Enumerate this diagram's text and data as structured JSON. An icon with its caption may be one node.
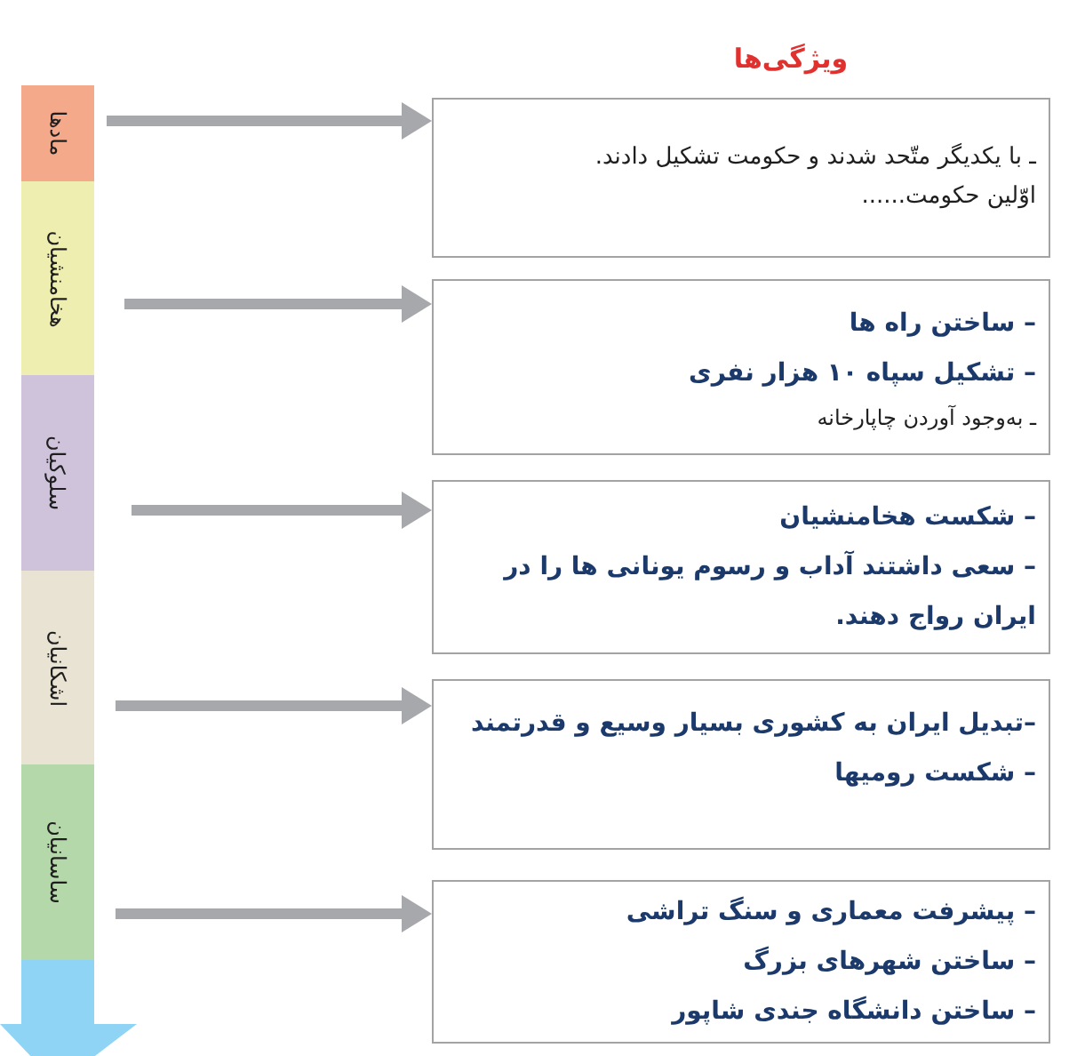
{
  "diagram": {
    "title": "ویژگی‌ها",
    "nodes": [
      {
        "text": [
          "مادها"
        ]
      },
      {
        "text": [
          "هخامنشیان"
        ]
      },
      {
        "text": [
          "سلوکیان"
        ]
      },
      {
        "text": [
          "اشکانیان"
        ]
      },
      {
        "text": [
          "ساسانیان"
        ]
      },
      {
        "text": [
          "ـ با یکدیگر متّحد شدند و حکومت تشکیل دادند.",
          "اوّلین حکومت......"
        ]
      },
      {
        "text": [
          "– ساختن راه ها",
          "– تشکیل سپاه ۱۰ هزار نفری",
          "ـ به‌وجود آوردن چاپارخانه"
        ]
      },
      {
        "text": [
          "– شکست هخامنشیان",
          "– سعی داشتند آداب و رسوم یونانی ها را در ایران رواج دهند."
        ]
      },
      {
        "text": [
          "–تبدیل ایران به کشوری بسیار وسیع و قدرتمند",
          "– شکست رومیها"
        ]
      },
      {
        "text": [
          "– پیشرفت معماری و سنگ تراشی",
          "– ساختن شهرهای بزرگ",
          "– ساختن دانشگاه جندی شاپور"
        ]
      }
    ],
    "edges": [
      {
        "from": 0,
        "to": 5,
        "arrow": "to"
      },
      {
        "from": 1,
        "to": 6,
        "arrow": "to"
      },
      {
        "from": 2,
        "to": 7,
        "arrow": "to"
      },
      {
        "from": 3,
        "to": 8,
        "arrow": "to"
      },
      {
        "from": 4,
        "to": 9,
        "arrow": "to"
      }
    ]
  }
}
